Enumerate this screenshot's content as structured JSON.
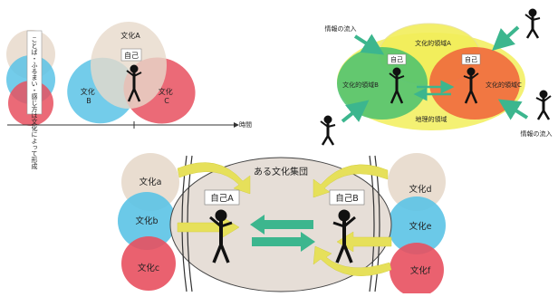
{
  "panel1": {
    "vertical_label": "ことば・ふるまい・感じ方は文化によって形成",
    "culture_a": "文化A",
    "culture_b": "文化\nB",
    "culture_c": "文化\nC",
    "self": "自己",
    "time_axis": "時間"
  },
  "panel2": {
    "info_inflow_top": "情報の流入",
    "info_inflow_bottom": "情報の流入",
    "cultural_domain_a": "文化的領域A",
    "cultural_domain_b": "文化的領域B",
    "cultural_domain_c": "文化的領域C",
    "geographic_domain": "地理的領域",
    "self_left": "自己",
    "self_right": "自己"
  },
  "panel3": {
    "group": "ある文化集団",
    "self_a": "自己A",
    "self_b": "自己B",
    "left_circles": [
      "文化a",
      "文化b",
      "文化c"
    ],
    "right_circles": [
      "文化d",
      "文化e",
      "文化f"
    ]
  },
  "colors": {
    "beige": "#e7d9cb",
    "blue": "#5bc3e6",
    "red": "#e8505f",
    "yellow": "#f2ee5a",
    "green": "#49c16f",
    "orange": "#f0623a",
    "arrow_yellow": "#e6e05a",
    "arrow_teal": "#3cb68e"
  }
}
